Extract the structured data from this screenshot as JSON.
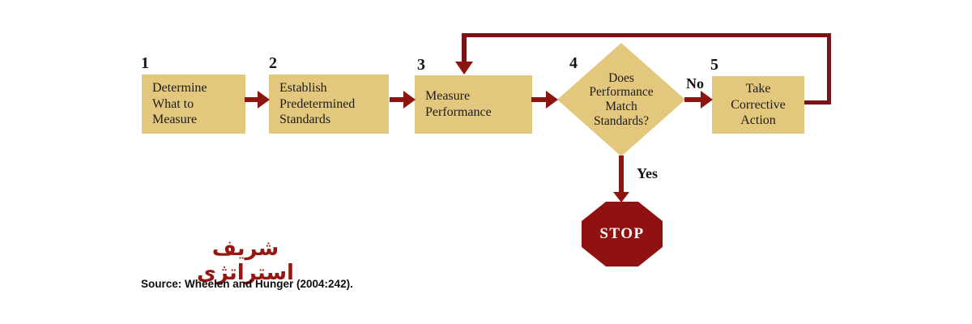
{
  "colors": {
    "box_fill": "#e2c77d",
    "arrow_red": "#8d1510",
    "loop_red": "#7f1115",
    "stop_fill": "#8f1110",
    "watermark_red": "#97160f",
    "text": "#1c1c1c",
    "background": "#ffffff"
  },
  "flowchart": {
    "steps": [
      {
        "number": "1",
        "label": "Determine\nWhat to\nMeasure"
      },
      {
        "number": "2",
        "label": "Establish\nPredetermined\nStandards"
      },
      {
        "number": "3",
        "label": "Measure\nPerformance"
      },
      {
        "number": "4",
        "label": "Does\nPerformance\nMatch\nStandards?"
      },
      {
        "number": "5",
        "label": "Take\nCorrective\nAction"
      }
    ],
    "branch_labels": {
      "no": "No",
      "yes": "Yes"
    },
    "stop_label": "STOP"
  },
  "watermark_text": "شریف استراتژی",
  "source_text": "Source: Wheelen and Hunger (2004:242)."
}
